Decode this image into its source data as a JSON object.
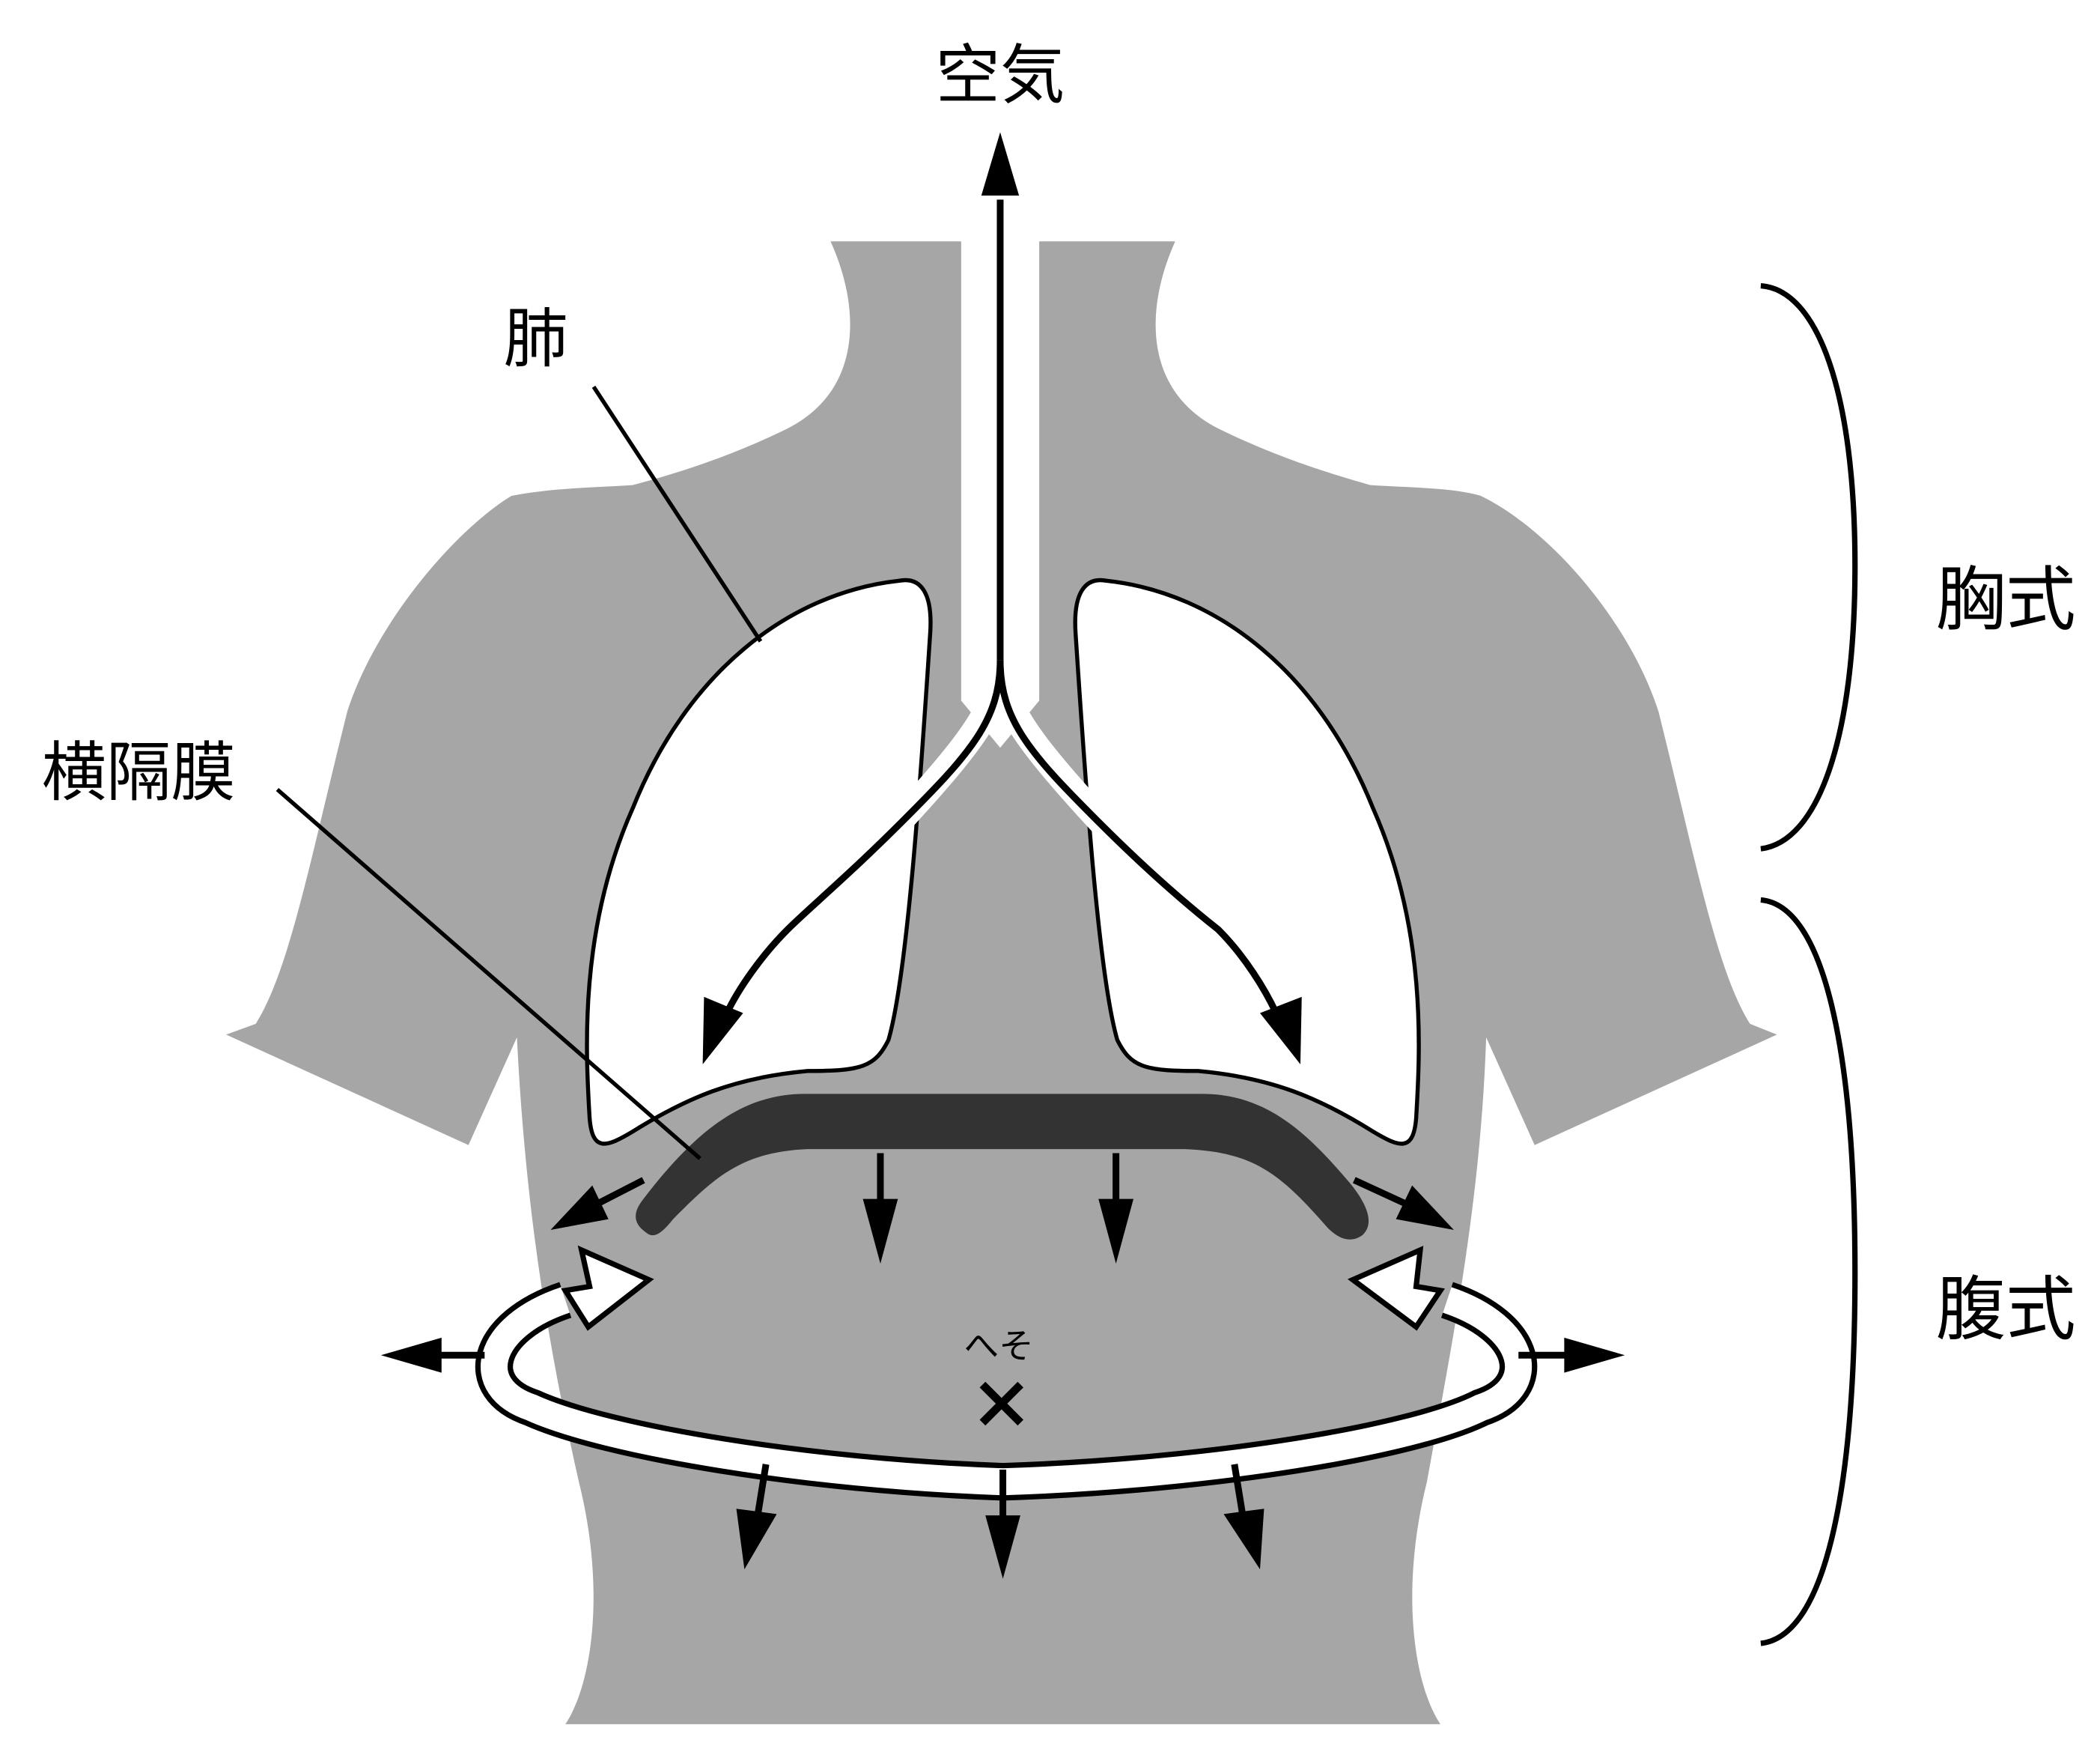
{
  "labels": {
    "air": "空気",
    "lung": "肺",
    "diaphragm": "横隔膜",
    "chest_breathing": "胸式",
    "abdominal_breathing": "腹式",
    "navel": "へそ"
  },
  "colors": {
    "body": "#a6a6a6",
    "lung_fill": "#ffffff",
    "outline": "#000000",
    "diaphragm": "#333333",
    "background": "#ffffff"
  },
  "icons": {
    "navel_marker": "x-mark-icon"
  }
}
